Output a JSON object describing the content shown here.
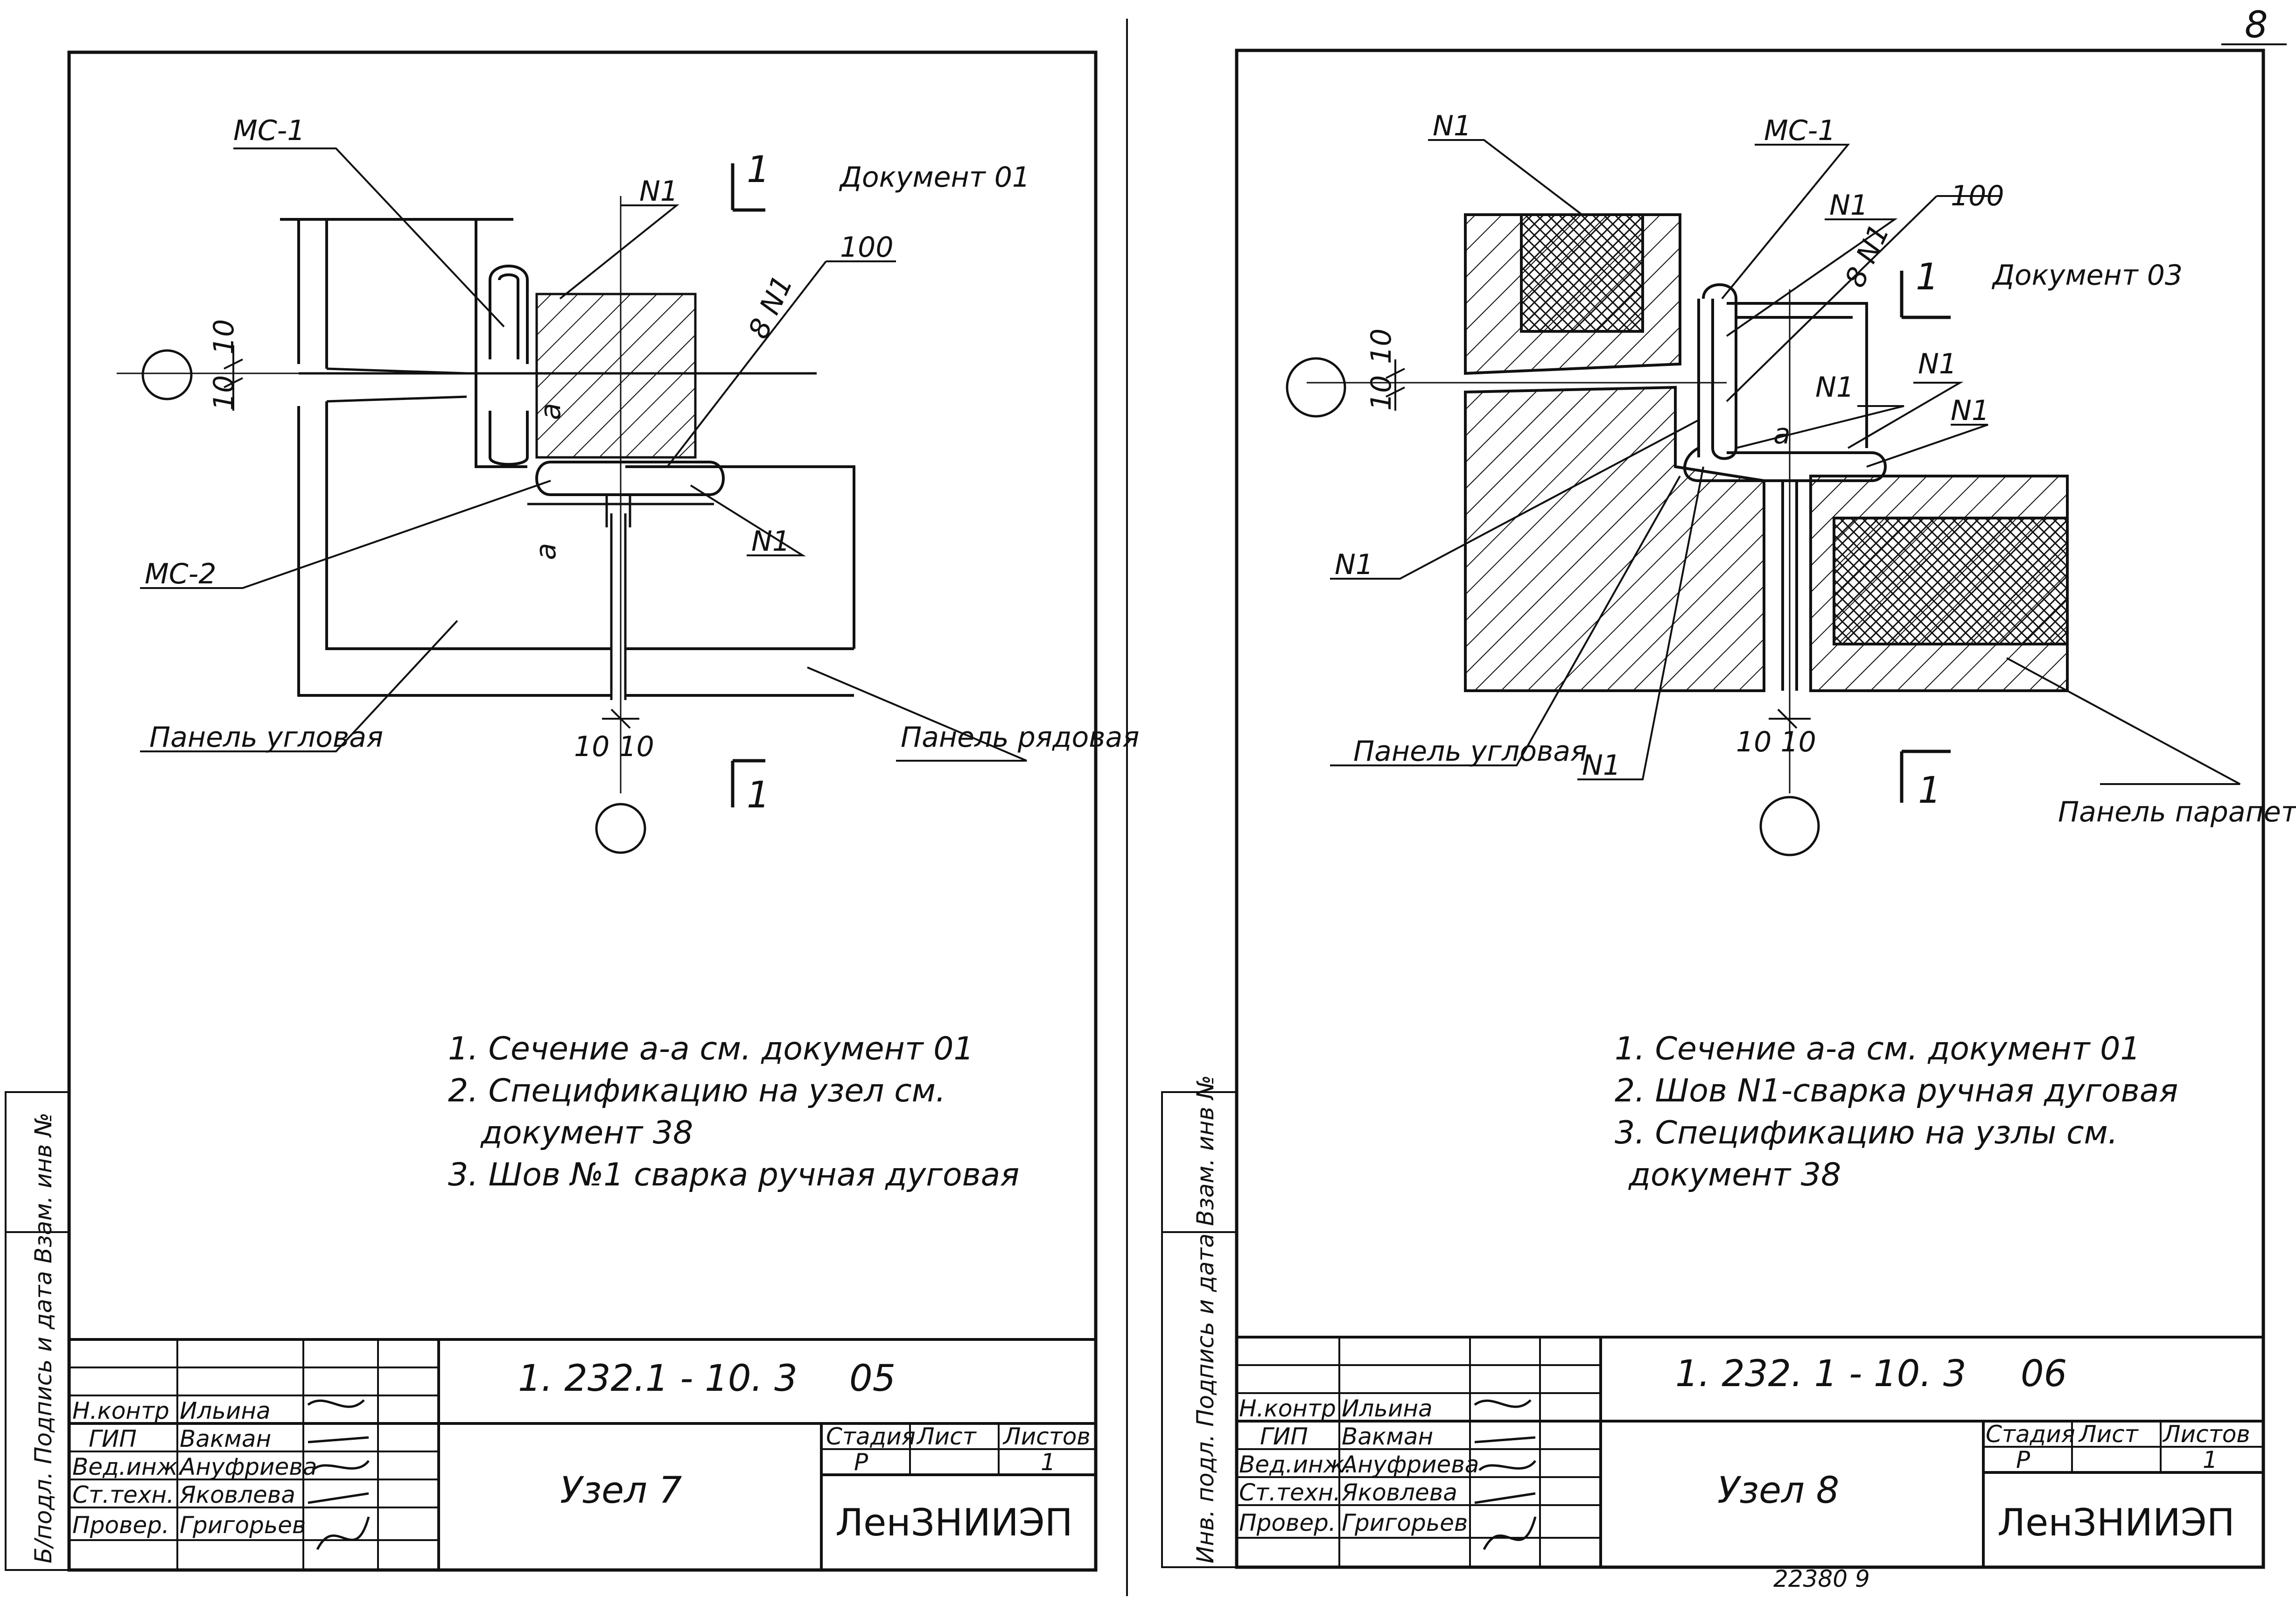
{
  "page_number": "8",
  "footer_stamp": "22380 9",
  "side_margin_left": "Б/подл. Подпись и дата Взам. инв №",
  "side_margin_right": "Инв. подл. Подпись и дата Взам. инв №",
  "sheets": [
    {
      "labels": {
        "ms1": "МС-1",
        "n1_top": "N1",
        "section_top": "1",
        "document": "Документ 01",
        "weld_a": "8 N1",
        "dim_100": "100",
        "dim_10a": "10",
        "dim_10b": "10",
        "section_a": "а",
        "section_a2": "а",
        "ms2": "МС-2",
        "n1_right": "N1",
        "panel_corner": "Панель угловая",
        "panel_row": "Панель рядовая",
        "dim_bottom": "10 10",
        "section_bottom": "1"
      },
      "notes": [
        "1. Сечение а-а см. документ 01",
        "2. Спецификацию на узел см.",
        "документ 38",
        "3. Шов №1 сварка ручная дуговая"
      ],
      "title_block": {
        "code": "1. 232.1 - 10. 3",
        "sheet_doc": "05",
        "title": "Узел 7",
        "stage_hdr": "Стадия",
        "sheet_hdr": "Лист",
        "sheets_hdr": "Листов",
        "stage": "Р",
        "sheets": "1",
        "firm": "ЛенЗНИИЭП",
        "roles": [
          {
            "role": "Н.контр",
            "name": "Ильина"
          },
          {
            "role": "ГИП",
            "name": "Вакман"
          },
          {
            "role": "Вед.инж.",
            "name": "Ануфриева"
          },
          {
            "role": "Ст.техн.",
            "name": "Яковлева"
          },
          {
            "role": "Провер.",
            "name": "Григорьев"
          }
        ]
      }
    },
    {
      "labels": {
        "n1_topleft": "N1",
        "ms1": "МС-1",
        "n1_top": "N1",
        "dim_100": "100",
        "weld_a": "8 N1",
        "section_top": "1",
        "document": "Документ 03",
        "dim_10a": "10",
        "dim_10b": "10",
        "n1_mid1": "N1",
        "n1_mid2": "N1",
        "n1_mid3": "N1",
        "section_a": "а",
        "n1_left": "N1",
        "panel_corner": "Панель угловая",
        "n1_bottom": "N1",
        "dim_bottom": "10 10",
        "section_bottom": "1",
        "panel_parapet": "Панель парапетная рядовая"
      },
      "notes": [
        "1. Сечение а-а см. документ 01",
        "2. Шов N1-сварка ручная дуговая",
        "3. Спецификацию на узлы см.",
        "документ 38"
      ],
      "title_block": {
        "code": "1. 232. 1 - 10. 3",
        "sheet_doc": "06",
        "title": "Узел 8",
        "stage_hdr": "Стадия",
        "sheet_hdr": "Лист",
        "sheets_hdr": "Листов",
        "stage": "Р",
        "sheets": "1",
        "firm": "ЛенЗНИИЭП",
        "roles": [
          {
            "role": "Н.контр",
            "name": "Ильина"
          },
          {
            "role": "ГИП",
            "name": "Вакман"
          },
          {
            "role": "Вед.инж.",
            "name": "Ануфриева"
          },
          {
            "role": "Ст.техн.",
            "name": "Яковлева"
          },
          {
            "role": "Провер.",
            "name": "Григорьев"
          }
        ]
      }
    }
  ]
}
